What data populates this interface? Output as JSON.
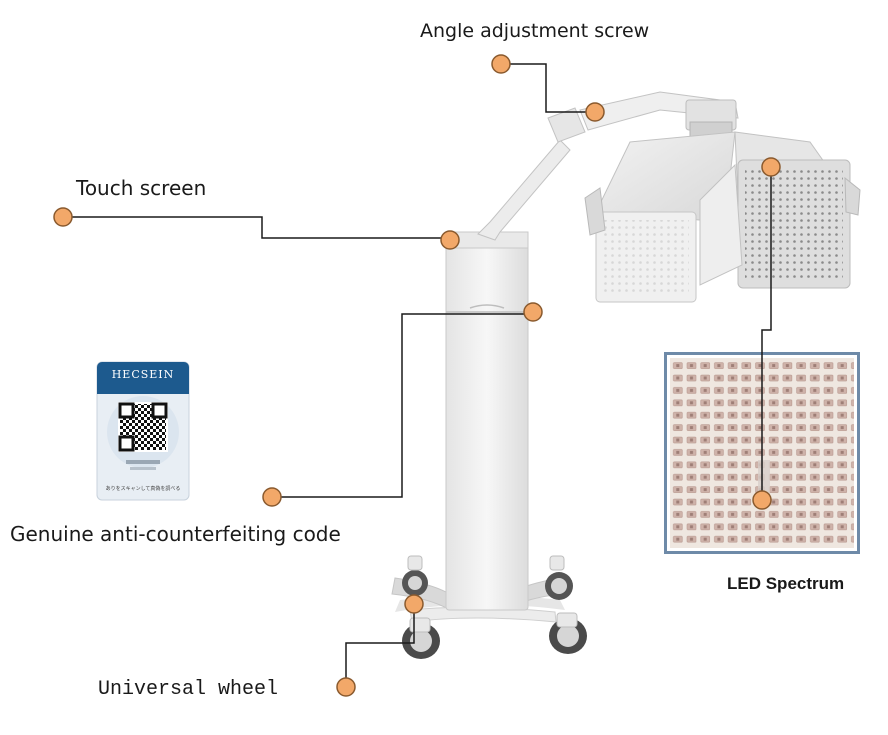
{
  "labels": {
    "angle_adjustment": "Angle adjustment screw",
    "touch_screen": "Touch screen",
    "anti_counterfeit": "Genuine anti-counterfeiting code",
    "universal_wheel": "Universal wheel",
    "led_spectrum": "LED Spectrum"
  },
  "qr_card": {
    "brand": "HECSEIN",
    "footer": "ありをスキャンして真偽を調べる"
  },
  "colors": {
    "marker_fill": "#f2a869",
    "marker_stroke": "#8a5a2e",
    "leader_line": "#1a1a1a",
    "card_blue": "#1d5a8e",
    "led_frame": "#6e8aa8",
    "led_background": "#efe7e0",
    "led_chip": "#c9a8a0"
  }
}
